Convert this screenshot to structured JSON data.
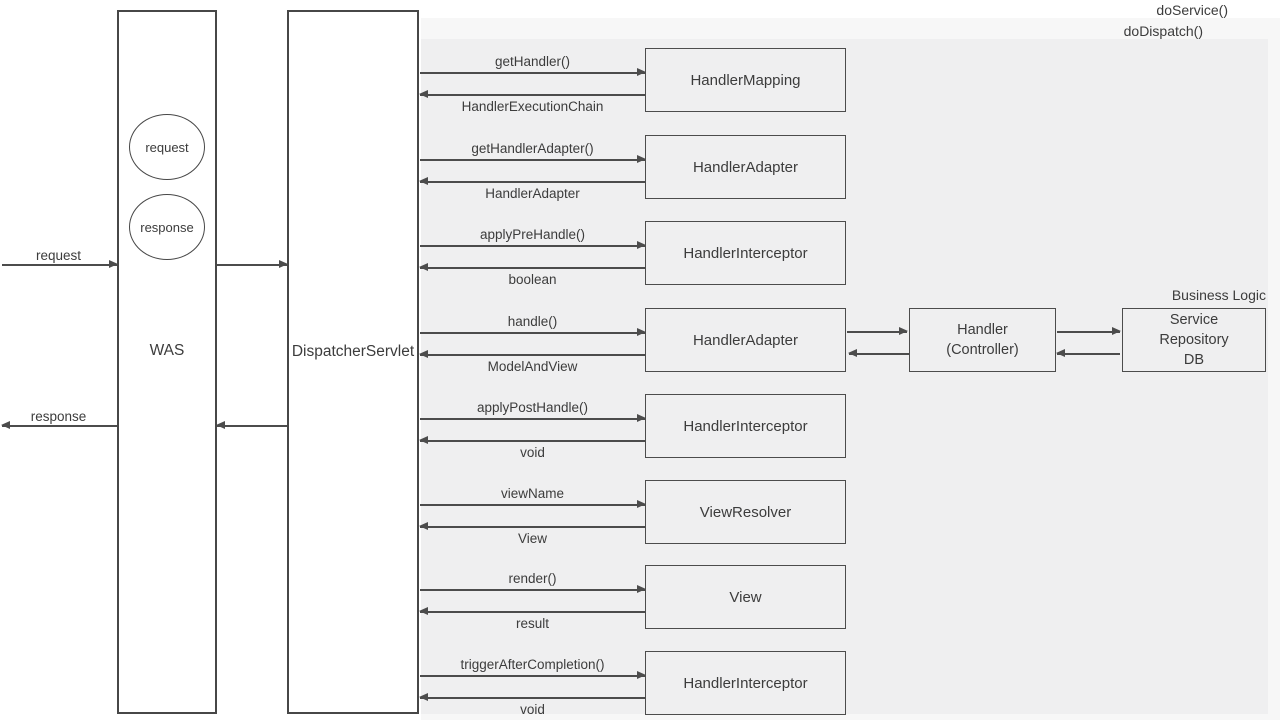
{
  "scopes": {
    "do_service": "doService()",
    "do_dispatch": "doDispatch()"
  },
  "client": {
    "request_label": "request",
    "response_label": "response"
  },
  "was": {
    "title": "WAS",
    "objects": [
      "request",
      "response"
    ]
  },
  "dispatcher": {
    "title": "DispatcherServlet"
  },
  "interactions": [
    {
      "call": "getHandler()",
      "target": "HandlerMapping",
      "return": "HandlerExecutionChain"
    },
    {
      "call": "getHandlerAdapter()",
      "target": "HandlerAdapter",
      "return": "HandlerAdapter"
    },
    {
      "call": "applyPreHandle()",
      "target": "HandlerInterceptor",
      "return": "boolean"
    },
    {
      "call": "handle()",
      "target": "HandlerAdapter",
      "return": "ModelAndView"
    },
    {
      "call": "applyPostHandle()",
      "target": "HandlerInterceptor",
      "return": "void"
    },
    {
      "call": "viewName",
      "target": "ViewResolver",
      "return": "View"
    },
    {
      "call": "render()",
      "target": "View",
      "return": "result"
    },
    {
      "call": "triggerAfterCompletion()",
      "target": "HandlerInterceptor",
      "return": "void"
    }
  ],
  "handler": {
    "line1": "Handler",
    "line2": "(Controller)"
  },
  "business": {
    "section_label": "Business Logic",
    "lines": [
      "Service",
      "Repository",
      "DB"
    ]
  },
  "colors": {
    "region_outer": "#f7f7f7",
    "region_inner": "#efeff0",
    "line": "#4c4c4c",
    "text": "#3c3c3c",
    "box_fill": "#ffffff"
  }
}
